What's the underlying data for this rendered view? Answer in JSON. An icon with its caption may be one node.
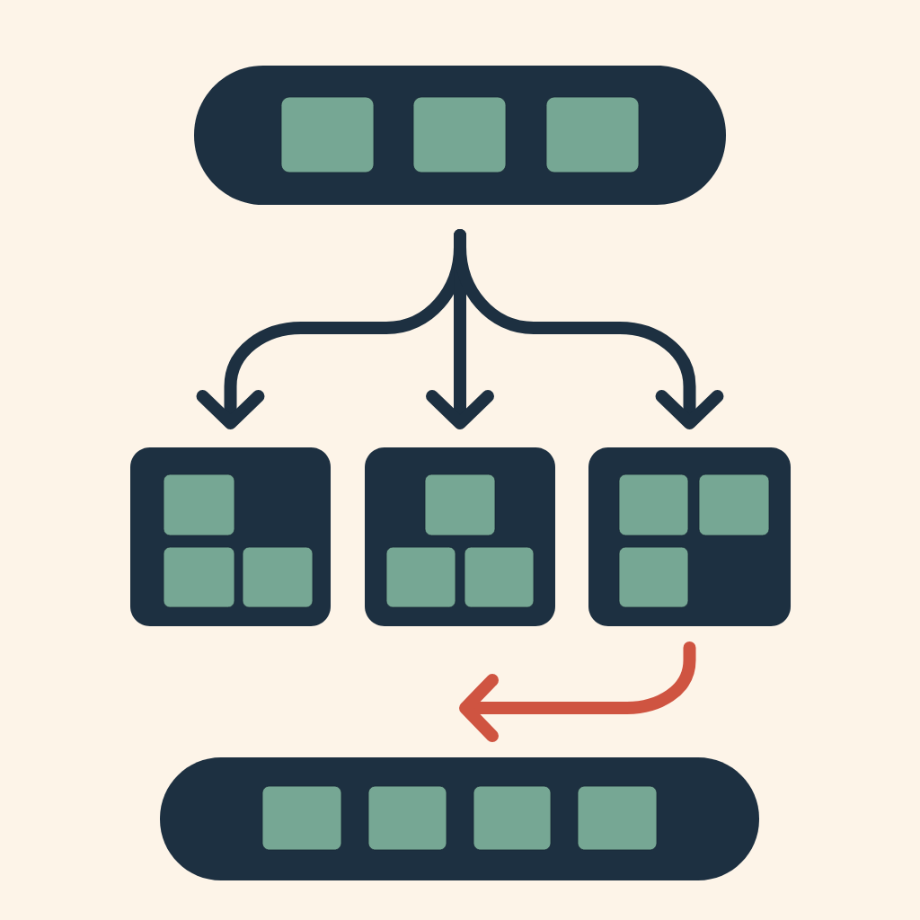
{
  "diagram": {
    "nodes": [
      {
        "text": [],
        "shape": "bar"
      },
      {
        "text": [],
        "shape": "box",
        "in": 0
      },
      {
        "text": [],
        "shape": "box",
        "in": 0
      },
      {
        "text": [],
        "shape": "box",
        "in": 0
      },
      {
        "text": [],
        "shape": "box"
      },
      {
        "text": [],
        "shape": "box",
        "in": 4
      },
      {
        "text": [],
        "shape": "box",
        "in": 4
      },
      {
        "text": [],
        "shape": "box",
        "in": 4
      },
      {
        "text": [],
        "shape": "box"
      },
      {
        "text": [],
        "shape": "box",
        "in": 8
      },
      {
        "text": [],
        "shape": "box",
        "in": 8
      },
      {
        "text": [],
        "shape": "box",
        "in": 8
      },
      {
        "text": [],
        "shape": "box"
      },
      {
        "text": [],
        "shape": "box",
        "in": 12
      },
      {
        "text": [],
        "shape": "box",
        "in": 12
      },
      {
        "text": [],
        "shape": "box",
        "in": 12
      },
      {
        "text": [],
        "shape": "bar"
      },
      {
        "text": [],
        "shape": "box",
        "in": 16
      },
      {
        "text": [],
        "shape": "box",
        "in": 16
      },
      {
        "text": [],
        "shape": "box",
        "in": 16
      },
      {
        "text": [],
        "shape": "box",
        "in": 16
      }
    ],
    "edges": [
      {
        "from": 0,
        "to": 4,
        "arrow": "to"
      },
      {
        "from": 0,
        "to": 8,
        "arrow": "to"
      },
      {
        "from": 0,
        "to": 12,
        "arrow": "to"
      },
      {
        "from": 12,
        "to": null,
        "arrow": "to",
        "color": "#cf5441"
      }
    ]
  }
}
